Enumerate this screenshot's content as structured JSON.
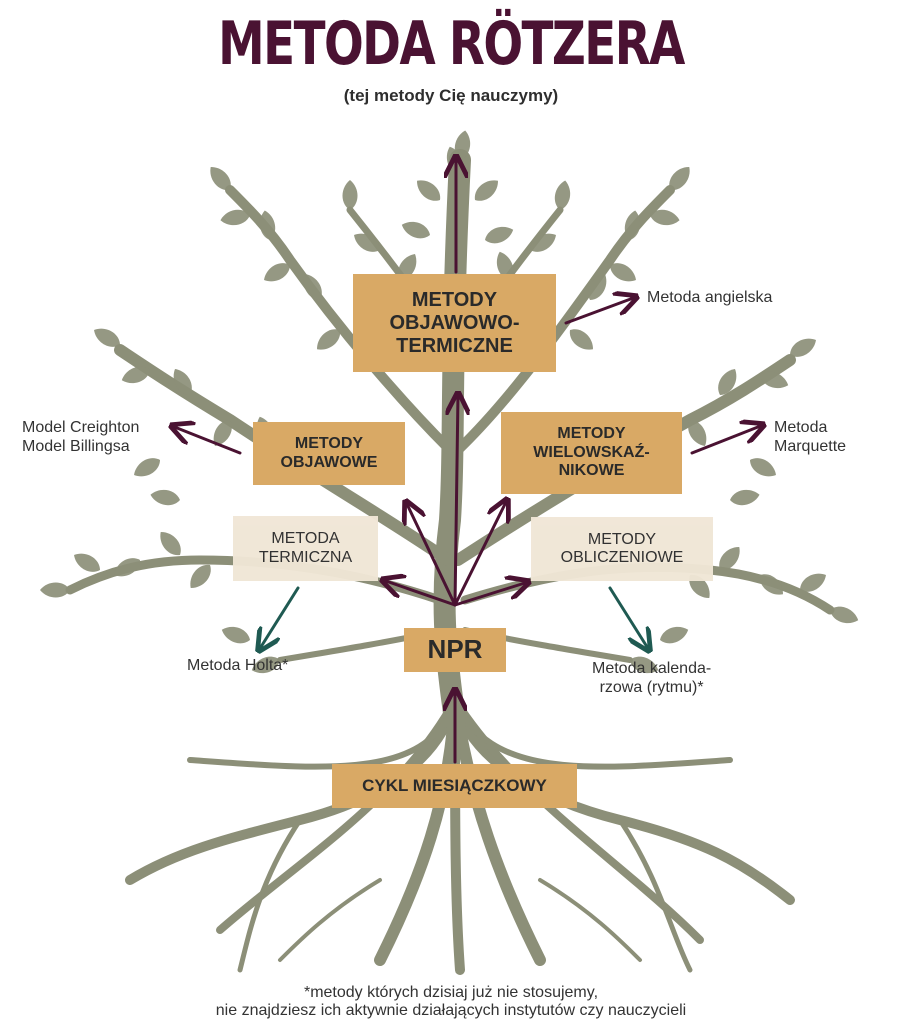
{
  "title": "METODA RÖTZERA",
  "subtitle": "(tej metody Cię nauczymy)",
  "nodes": {
    "root": "CYKL MIESIĄCZKOWY",
    "npr": "NPR",
    "objawowo_termiczne": "METODY\nOBJAWOWO-\nTERMICZNE",
    "objawowe": "METODY\nOBJAWOWE",
    "wielowskaznikowe": "METODY\nWIELOWSKAŹ-\nNIKOWE",
    "termiczna": "METODA\nTERMICZNA",
    "obliczeniowe": "METODY\nOBLICZENIOWE"
  },
  "leaves": {
    "angielska": "Metoda angielska",
    "creighton_billings": "Model Creighton\nModel Billingsa",
    "marquette": "Metoda\nMarquette",
    "holta": "Metoda Holta*",
    "kalendarzowa": "Metoda kalenda-\nrzowa (rytmu)*"
  },
  "footnote": {
    "line1": "*metody których dzisiaj już nie stosujemy,",
    "line2": "nie znajdziesz ich aktywnie działających instytutów czy nauczycieli"
  },
  "colors": {
    "title": "#4a1232",
    "box_gold": "#d9a965",
    "box_cream": "#f0e6d6",
    "arrow_main": "#4a1232",
    "arrow_obsolete": "#1f5a52",
    "tree": "#8c8f78"
  },
  "icons": {
    "tree": "tree-illustration"
  }
}
